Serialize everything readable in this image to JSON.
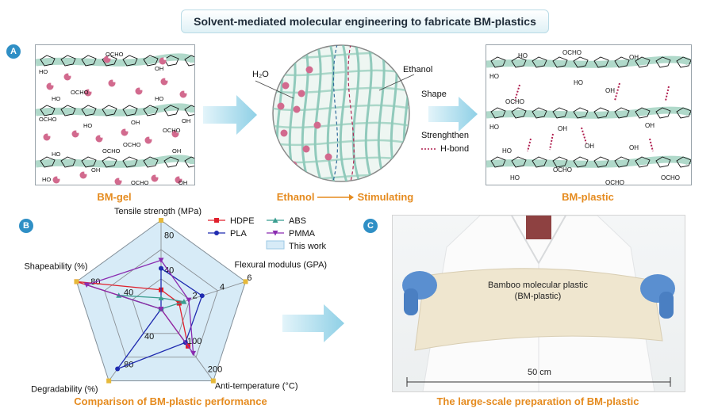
{
  "header": {
    "title": "Solvent-mediated molecular engineering to fabricate BM-plastics"
  },
  "panel_a": {
    "badge": "A",
    "gel_caption": "BM-gel",
    "plastic_caption": "BM-plastic",
    "middle": {
      "h2o_label": "H₂O",
      "ethanol_label": "Ethanol",
      "caption_left": "Ethanol",
      "caption_right": "Stimulating"
    },
    "steps": {
      "shape": "Shape",
      "strengthen": "Strenghthen",
      "hbond": "H-bond"
    },
    "gel_labels": [
      "HO",
      "OCHO",
      "OH",
      "HO",
      "OCHO",
      "HO",
      "OH",
      "OCHO",
      "HO",
      "OH",
      "OCHO",
      "OCHO",
      "HO",
      "OH",
      "OCHO",
      "OH",
      "HO",
      "OCHO",
      "OH"
    ],
    "plastic_labels": [
      "OCHO",
      "HO",
      "OH",
      "HO",
      "HO",
      "OCHO",
      "OH",
      "HO",
      "OH",
      "OH",
      "HO",
      "OH",
      "OCHO",
      "HO",
      "OCHO",
      "OH",
      "OCHO"
    ]
  },
  "panel_b": {
    "badge": "B",
    "caption": "Comparison of BM-plastic performance"
  },
  "panel_c": {
    "badge": "C",
    "photo_label_line1": "Bamboo molecular plastic",
    "photo_label_line2": "(BM-plastic)",
    "scale_label": "50 cm",
    "caption": "The large-scale preparation of BM-plastic"
  },
  "colors": {
    "accent": "#e58b1f",
    "badge": "#2f8fc5",
    "chain": "#8ec9b4",
    "water": "#c94d76"
  },
  "chart_data": {
    "type": "radar",
    "axes": [
      {
        "name": "Tensile strength (MPa)",
        "ticks": [
          "40",
          "80"
        ]
      },
      {
        "name": "Flexural modulus (GPA)",
        "ticks": [
          "2",
          "4",
          "6"
        ]
      },
      {
        "name": "Anti-temperature (°C)",
        "ticks": [
          "100",
          "200"
        ]
      },
      {
        "name": "Degradability (%)",
        "ticks": [
          "40",
          "80"
        ]
      },
      {
        "name": "Shapeability (%)",
        "ticks": [
          "40",
          "80"
        ]
      }
    ],
    "axis_max": [
      120,
      7,
      300,
      120,
      100
    ],
    "series": [
      {
        "name": "HDPE",
        "color": "#e0202c",
        "marker": "square",
        "values": [
          26,
          1.5,
          155,
          0,
          100
        ]
      },
      {
        "name": "PLA",
        "color": "#1f2bb0",
        "marker": "circle",
        "values": [
          55,
          3.4,
          140,
          100,
          0
        ]
      },
      {
        "name": "ABS",
        "color": "#3a9e90",
        "marker": "triangle",
        "values": [
          15,
          1.9,
          0,
          0,
          50
        ]
      },
      {
        "name": "PMMA",
        "color": "#8a2bb0",
        "marker": "triangle-down",
        "values": [
          66,
          2.3,
          185,
          0,
          88
        ]
      },
      {
        "name": "This work",
        "color": "#bfe0f3",
        "marker": "fill",
        "values": [
          120,
          7,
          300,
          120,
          100
        ]
      }
    ]
  }
}
